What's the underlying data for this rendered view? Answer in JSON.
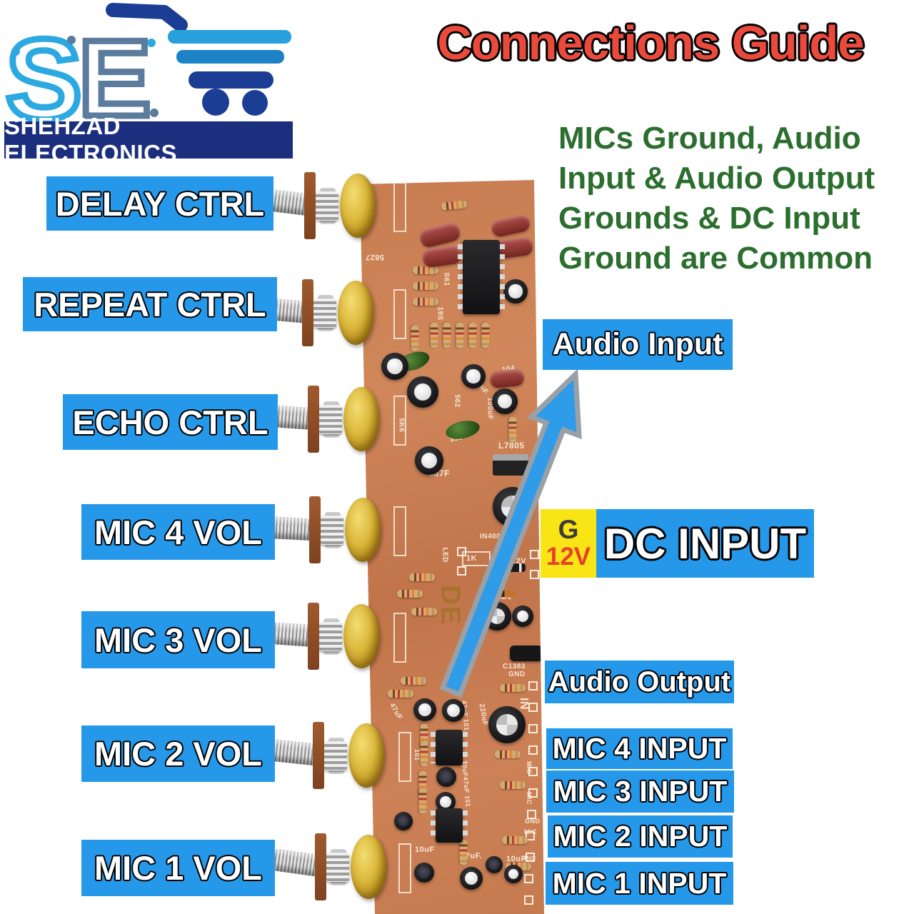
{
  "brand": {
    "initials": "SE",
    "banner": "SHEHZAD ELECTRONICS"
  },
  "title": "Connections Guide",
  "note_lines": [
    "MICs Ground, Audio",
    "Input & Audio Output",
    "Grounds & DC Input",
    "Ground are Common"
  ],
  "left_labels": [
    "DELAY CTRL",
    "REPEAT CTRL",
    "ECHO CTRL",
    "MIC 4 VOL",
    "MIC 3 VOL",
    "MIC 2 VOL",
    "MIC 1 VOL"
  ],
  "right_labels": {
    "audio_input": "Audio Input",
    "dc_ground": "G",
    "dc_voltage": "12V",
    "dc_input": "DC INPUT",
    "audio_output": "Audio Output",
    "mic_inputs": [
      "MIC 4 INPUT",
      "MIC 3 INPUT",
      "MIC 2 INPUT",
      "MIC 1 INPUT"
    ]
  },
  "board": {
    "silkscreen": [
      "5827",
      "S61",
      "19S",
      "562",
      "5K6",
      "4u7F",
      "333",
      "4u7F",
      "333",
      "L7805",
      "104",
      "100uF",
      "10uF",
      "LED",
      "1K",
      "IN4007",
      "12V",
      "12V",
      "ZD1",
      "C1383",
      "GND",
      "IN",
      "MIC",
      "MIC",
      "GND",
      "MIC",
      "MIC",
      "10uF",
      "47uF.",
      "10uF",
      "220uF",
      "47uF 101",
      "10uF47uF 101",
      "101",
      "47uF",
      "DE"
    ]
  },
  "colors": {
    "label_blue": "#2598ea",
    "title_red": "#ea4a3c",
    "note_green": "#2b6e2e",
    "banner_navy": "#1c2e7e",
    "dc_yellow": "#f9e415",
    "dc_voltage_red": "#e8402a",
    "pcb_copper": "#c87c51",
    "arrow_blue": "#2e9ce8",
    "arrow_outline": "#9aa0a6"
  }
}
